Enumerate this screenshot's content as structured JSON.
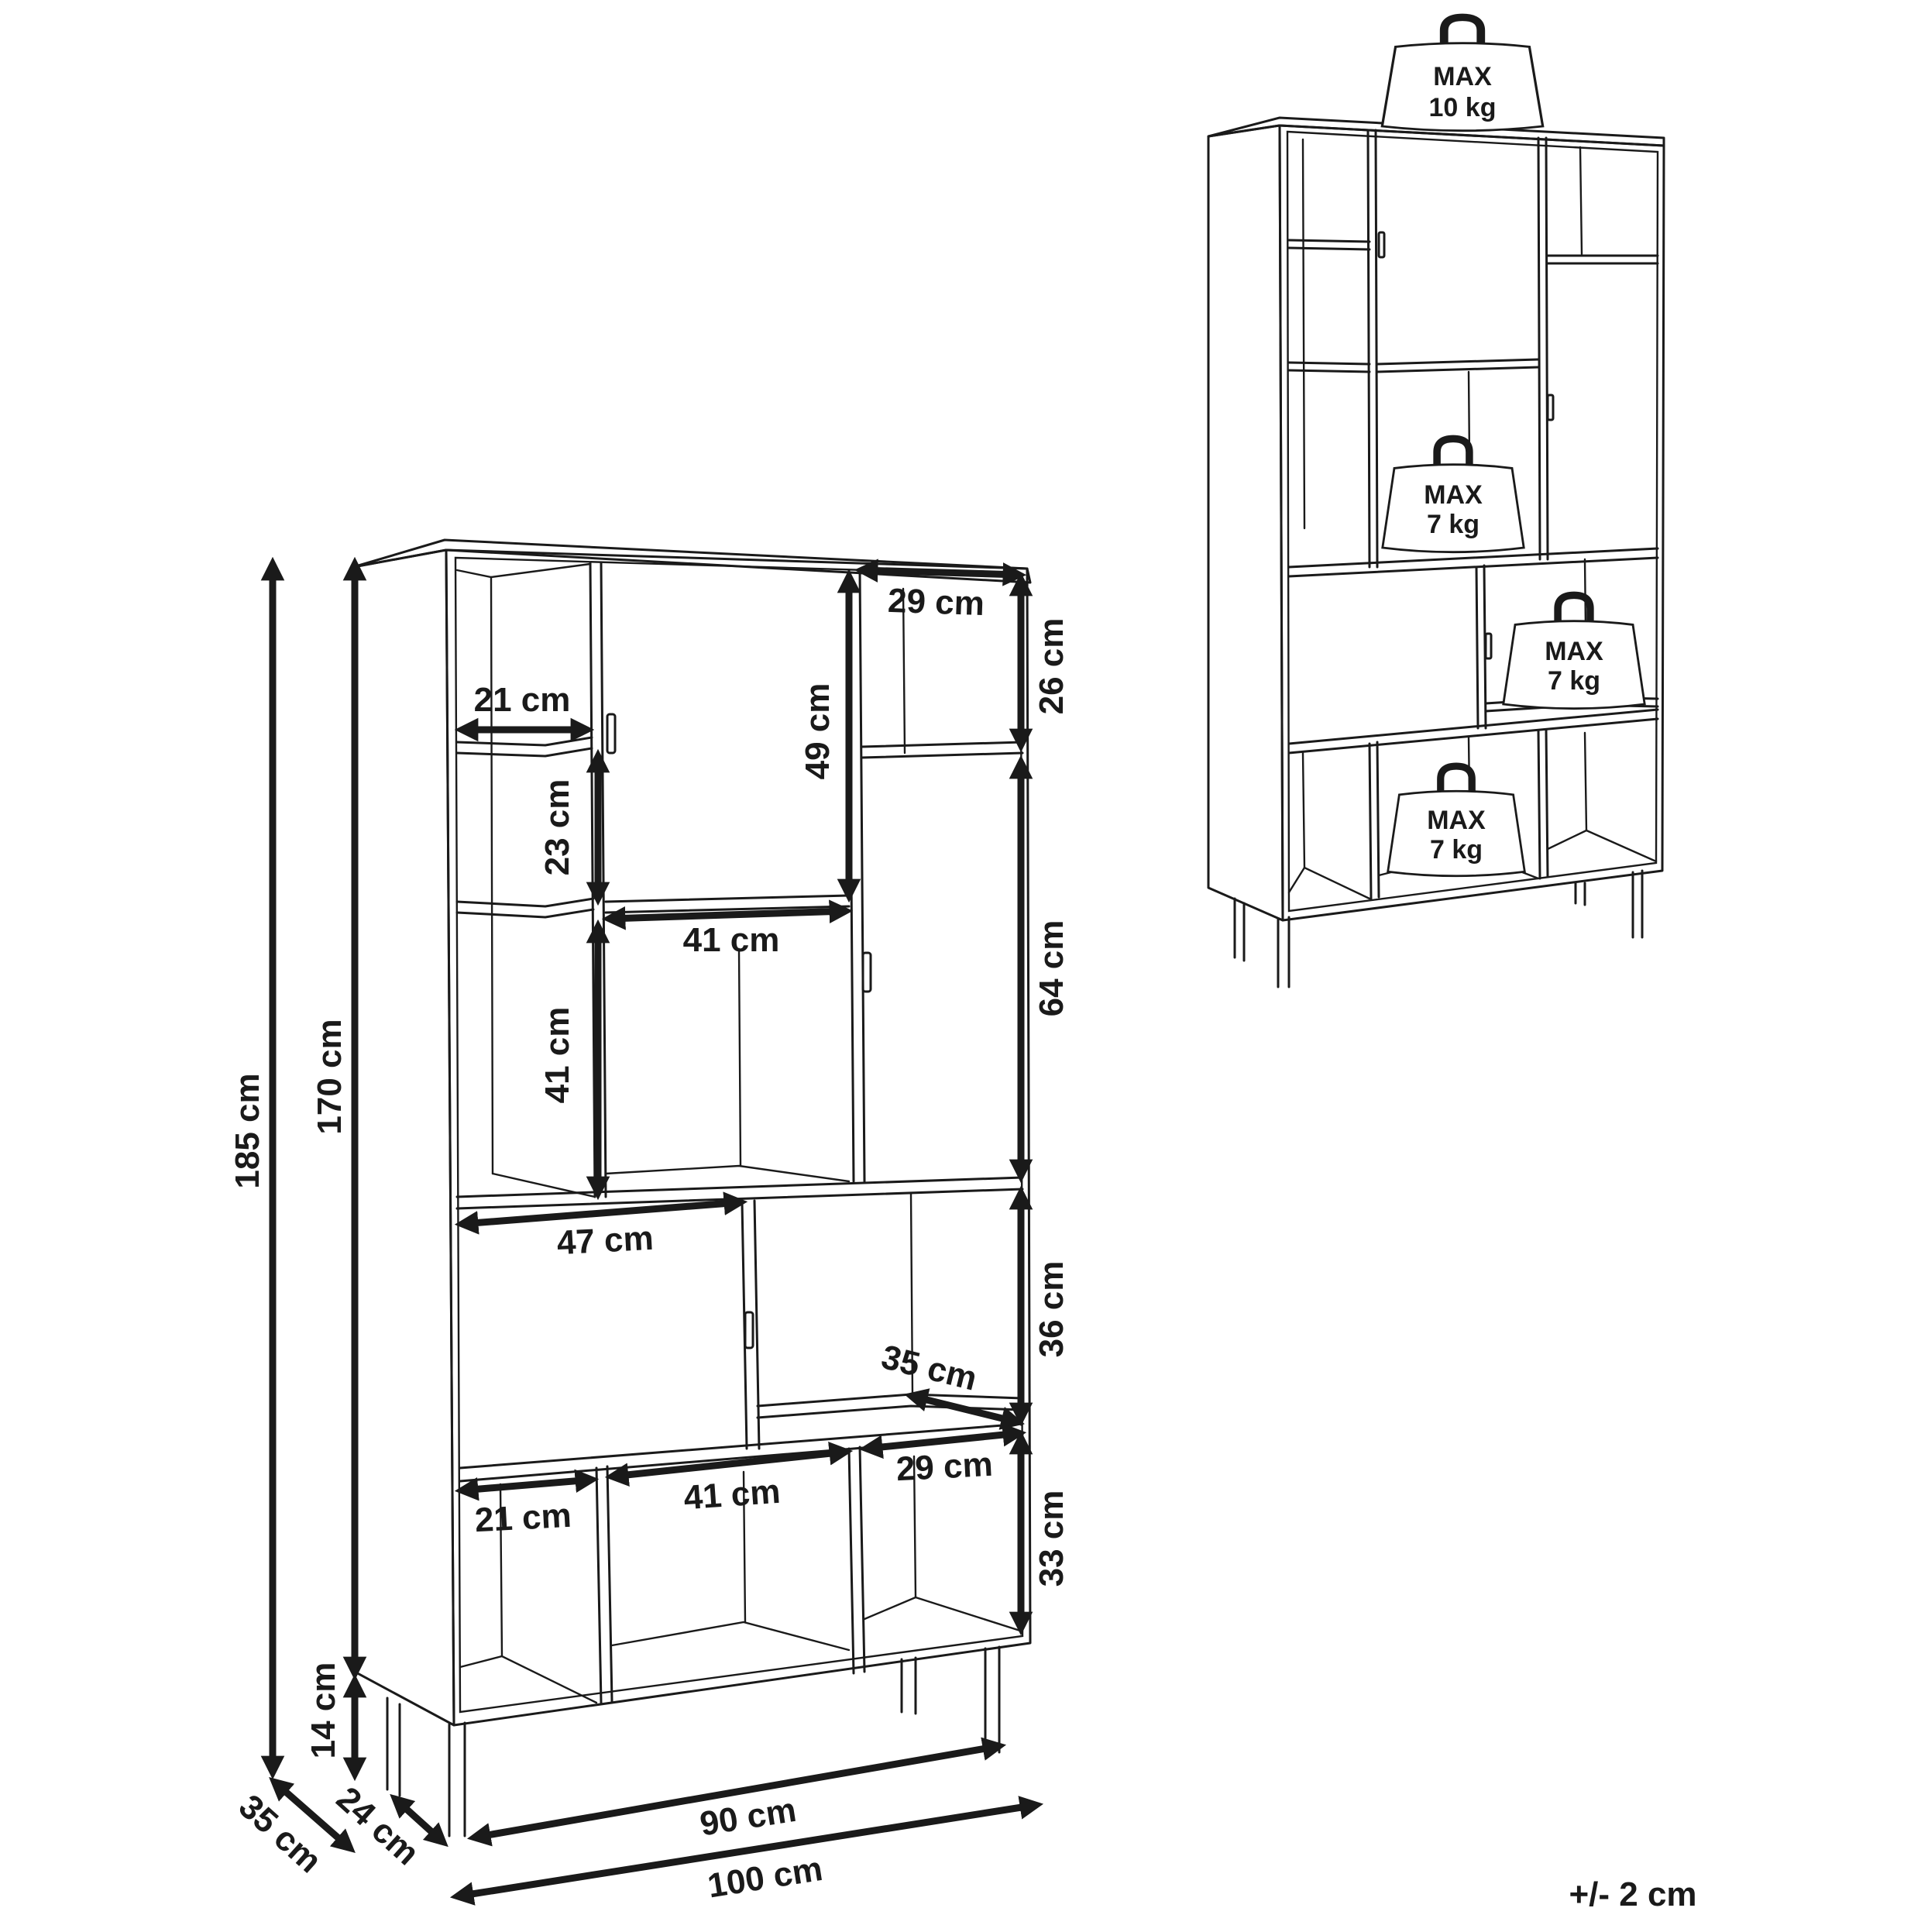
{
  "colors": {
    "line": "#1a1a1a",
    "background": "#ffffff"
  },
  "icons": [
    "weight-icon"
  ],
  "dimensions": {
    "total_height": "185 cm",
    "body_height": "170 cm",
    "leg_height": "14 cm",
    "total_depth": "35 cm",
    "inner_depth": "24 cm",
    "inner_width": "90 cm",
    "total_width": "100 cm",
    "top_left_width": "21 cm",
    "top_left_height": "23 cm",
    "top_right_width": "29 cm",
    "top_right_height": "26 cm",
    "upper_middle_height": "49 cm",
    "middle_width": "41 cm",
    "middle_left_height": "41 cm",
    "right_tall_height": "64 cm",
    "door_width": "47 cm",
    "lower_right_height": "36 cm",
    "shelf_depth": "35 cm",
    "bottom_left_width": "21 cm",
    "bottom_middle_width": "41 cm",
    "bottom_right_width": "29 cm",
    "bottom_height": "33 cm"
  },
  "weights": {
    "top": {
      "max": "MAX",
      "value": "10 kg"
    },
    "shelf_1": {
      "max": "MAX",
      "value": "7 kg"
    },
    "shelf_2": {
      "max": "MAX",
      "value": "7 kg"
    },
    "shelf_3": {
      "max": "MAX",
      "value": "7 kg"
    }
  },
  "tolerance": "+/- 2 cm"
}
